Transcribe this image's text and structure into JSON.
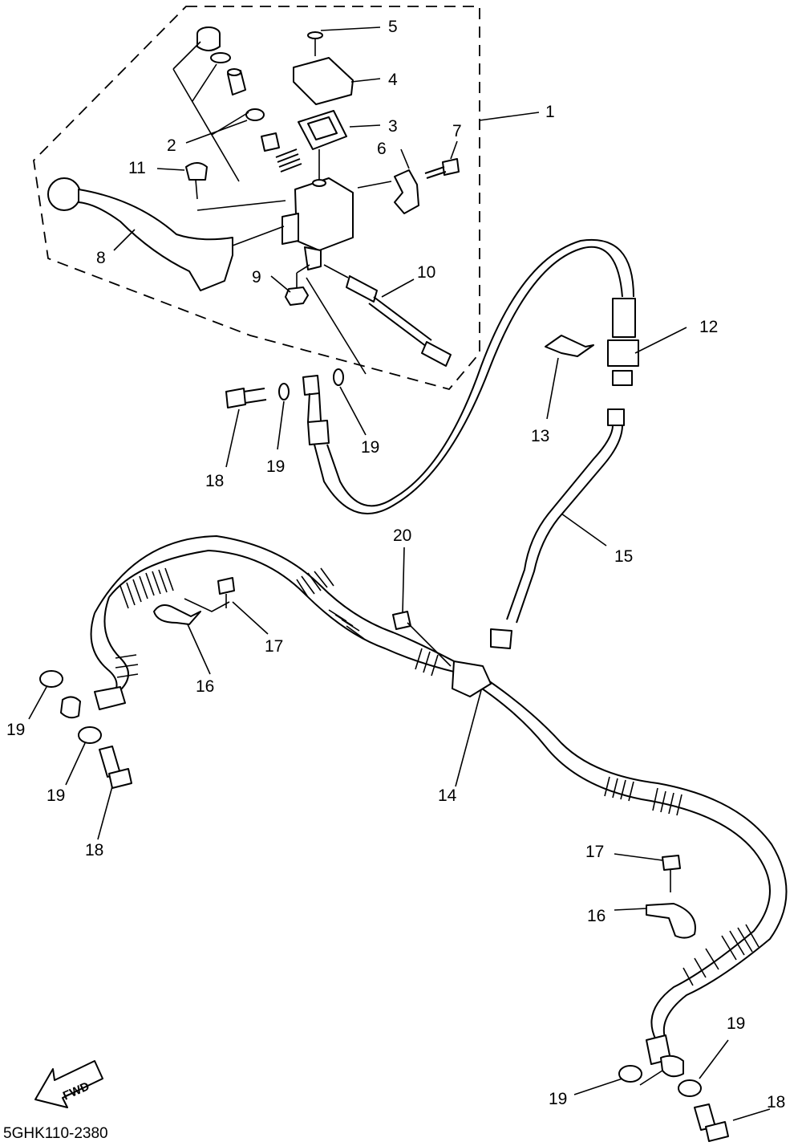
{
  "diagram": {
    "code": "5GHK110-2380",
    "fwd_label": "FWD",
    "callouts": [
      {
        "id": "c1",
        "text": "1"
      },
      {
        "id": "c2",
        "text": "2"
      },
      {
        "id": "c3",
        "text": "3"
      },
      {
        "id": "c4",
        "text": "4"
      },
      {
        "id": "c5",
        "text": "5"
      },
      {
        "id": "c6",
        "text": "6"
      },
      {
        "id": "c7",
        "text": "7"
      },
      {
        "id": "c8",
        "text": "8"
      },
      {
        "id": "c9",
        "text": "9"
      },
      {
        "id": "c10",
        "text": "10"
      },
      {
        "id": "c11",
        "text": "11"
      },
      {
        "id": "c12",
        "text": "12"
      },
      {
        "id": "c13",
        "text": "13"
      },
      {
        "id": "c14",
        "text": "14"
      },
      {
        "id": "c15",
        "text": "15"
      },
      {
        "id": "c16a",
        "text": "16"
      },
      {
        "id": "c16b",
        "text": "16"
      },
      {
        "id": "c17a",
        "text": "17"
      },
      {
        "id": "c17b",
        "text": "17"
      },
      {
        "id": "c18a",
        "text": "18"
      },
      {
        "id": "c18b",
        "text": "18"
      },
      {
        "id": "c18c",
        "text": "18"
      },
      {
        "id": "c19a",
        "text": "19"
      },
      {
        "id": "c19b",
        "text": "19"
      },
      {
        "id": "c19c",
        "text": "19"
      },
      {
        "id": "c19d",
        "text": "19"
      },
      {
        "id": "c19e",
        "text": "19"
      },
      {
        "id": "c19f",
        "text": "19"
      },
      {
        "id": "c20",
        "text": "20"
      }
    ]
  }
}
